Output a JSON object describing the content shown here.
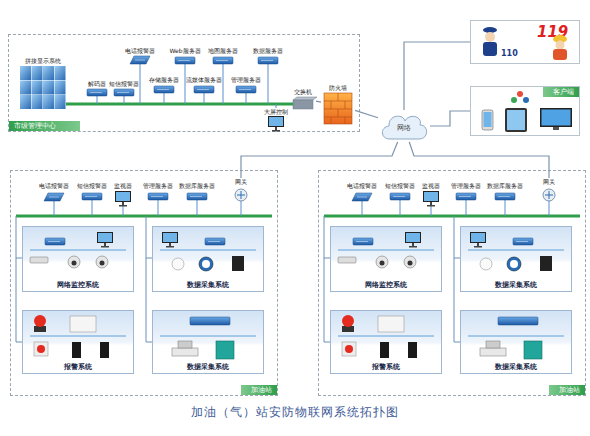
{
  "diagram": {
    "caption": "加油（气）站安防物联网系统拓扑图",
    "nodes": [
      {
        "text": [
          "市级管理中心"
        ]
      },
      {
        "text": [
          "拼接显示系统"
        ],
        "in": 0
      },
      {
        "text": [
          "解码器"
        ],
        "in": 0
      },
      {
        "text": [
          "短信报警器"
        ],
        "in": 0
      },
      {
        "text": [
          "电话报警器"
        ],
        "in": 0
      },
      {
        "text": [
          "存储服务器"
        ],
        "in": 0
      },
      {
        "text": [
          "Web服务器"
        ],
        "in": 0
      },
      {
        "text": [
          "流媒体服务器"
        ],
        "in": 0
      },
      {
        "text": [
          "地图服务器"
        ],
        "in": 0
      },
      {
        "text": [
          "管理服务器"
        ],
        "in": 0
      },
      {
        "text": [
          "数据服务器"
        ],
        "in": 0
      },
      {
        "text": [
          "大屏控制"
        ],
        "in": 0
      },
      {
        "text": [
          "交换机"
        ],
        "in": 0
      },
      {
        "text": [
          "防火墙"
        ],
        "in": 0
      },
      {
        "text": [
          "网络"
        ]
      },
      {
        "text": [
          "110",
          "119"
        ]
      },
      {
        "text": [
          "客户端"
        ]
      },
      {
        "text": [
          "加油站"
        ]
      },
      {
        "text": [
          "电话报警器"
        ],
        "in": 17
      },
      {
        "text": [
          "短信报警器"
        ],
        "in": 17
      },
      {
        "text": [
          "监视器"
        ],
        "in": 17
      },
      {
        "text": [
          "管理服务器"
        ],
        "in": 17
      },
      {
        "text": [
          "数据库服务器"
        ],
        "in": 17
      },
      {
        "text": [
          "网关"
        ],
        "in": 17
      },
      {
        "text": [
          "网络监控系统"
        ],
        "in": 17
      },
      {
        "text": [
          "数据采集系统"
        ],
        "in": 17
      },
      {
        "text": [
          "报警系统"
        ],
        "in": 17
      },
      {
        "text": [
          "数据采集系统"
        ],
        "in": 17
      },
      {
        "text": [
          "加油站"
        ]
      },
      {
        "text": [
          "电话报警器"
        ],
        "in": 28
      },
      {
        "text": [
          "短信报警器"
        ],
        "in": 28
      },
      {
        "text": [
          "监视器"
        ],
        "in": 28
      },
      {
        "text": [
          "管理服务器"
        ],
        "in": 28
      },
      {
        "text": [
          "数据库服务器"
        ],
        "in": 28
      },
      {
        "text": [
          "网关"
        ],
        "in": 28
      },
      {
        "text": [
          "网络监控系统"
        ],
        "in": 28
      },
      {
        "text": [
          "数据采集系统"
        ],
        "in": 28
      },
      {
        "text": [
          "报警系统"
        ],
        "in": 28
      },
      {
        "text": [
          "数据采集系统"
        ],
        "in": 28
      }
    ],
    "edges": [
      {
        "from": 12,
        "to": 13,
        "arrow": "none"
      },
      {
        "from": 13,
        "to": 14,
        "arrow": "none"
      },
      {
        "from": 14,
        "to": 15,
        "arrow": "none"
      },
      {
        "from": 14,
        "to": 16,
        "arrow": "none"
      },
      {
        "from": 14,
        "to": 23,
        "arrow": "none"
      },
      {
        "from": 14,
        "to": 34,
        "arrow": "none"
      }
    ]
  }
}
